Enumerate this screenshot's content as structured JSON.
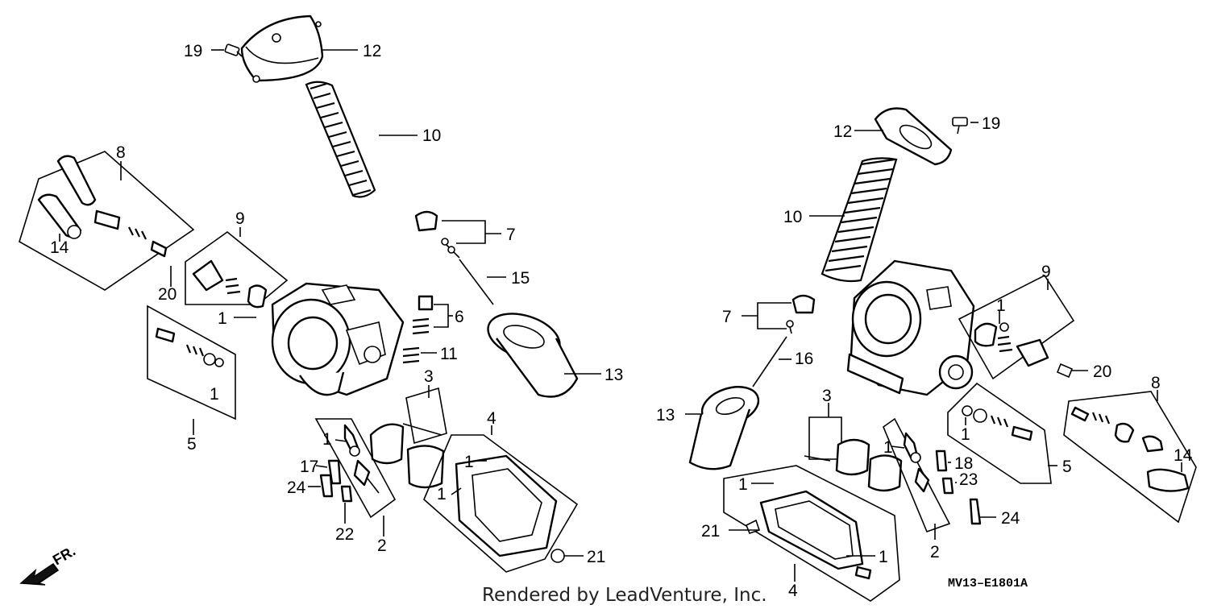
{
  "diagram": {
    "credit": "Rendered by LeadVenture, Inc.",
    "diagram_code": "MV13–E1801A",
    "direction_label": "FR.",
    "left_callouts": {
      "c19": "19",
      "c12": "12",
      "c10": "10",
      "c8": "8",
      "c14": "14",
      "c9": "9",
      "c7": "7",
      "c15": "15",
      "c20": "20",
      "c1a": "1",
      "c6": "6",
      "c11": "11",
      "c1b": "1",
      "c13": "13",
      "c5": "5",
      "c3": "3",
      "c4": "4",
      "c1c": "1",
      "c17": "17",
      "c1d": "1",
      "c24": "24",
      "c1e": "1",
      "c22": "22",
      "c2": "2",
      "c21": "21"
    },
    "right_callouts": {
      "c12": "12",
      "c19": "19",
      "c10": "10",
      "c9": "9",
      "c7": "7",
      "c1a": "1",
      "c16": "16",
      "c20": "20",
      "c8": "8",
      "c3": "3",
      "c13": "13",
      "c1b": "1",
      "c5": "5",
      "c1c": "1",
      "c14": "14",
      "c18": "18",
      "c23": "23",
      "c1d": "1",
      "c24": "24",
      "c21": "21",
      "c2": "2",
      "c1e": "1",
      "c4": "4"
    }
  }
}
